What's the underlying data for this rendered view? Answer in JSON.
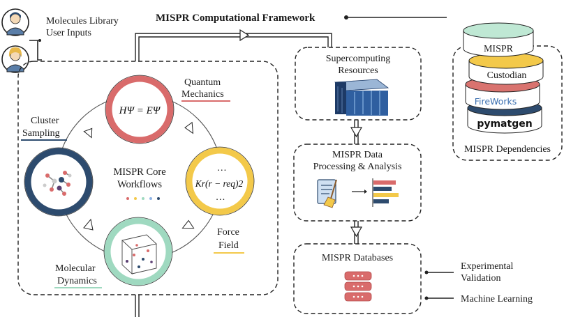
{
  "header": {
    "title": "MISPR Computational Framework"
  },
  "user_inputs": {
    "line1": "Molecules Library",
    "line2": "User Inputs"
  },
  "core": {
    "label_line1": "MISPR Core",
    "label_line2": "Workflows",
    "quantum_line1": "Quantum",
    "quantum_line2": "Mechanics",
    "quantum_equation": "HΨ = EΨ",
    "cluster_line1": "Cluster",
    "cluster_line2": "Sampling",
    "forcefield_line1": "Force",
    "forcefield_line2": "Field",
    "forcefield_dots_top": "…",
    "forcefield_equation": "Kr(r − req)2",
    "forcefield_dots_bottom": "…",
    "md_line1": "Molecular",
    "md_line2": "Dynamics"
  },
  "pipeline": {
    "supercomputing_line1": "Supercomputing",
    "supercomputing_line2": "Resources",
    "processing_line1": "MISPR Data",
    "processing_line2": "Processing & Analysis",
    "databases": "MISPR Databases"
  },
  "outputs": {
    "experimental_line1": "Experimental",
    "experimental_line2": "Validation",
    "machine_learning": "Machine Learning"
  },
  "dependencies": {
    "caption": "MISPR Dependencies",
    "layers": [
      "MISPR",
      "Custodian",
      "FireWorks",
      "pymatgen"
    ]
  },
  "colors": {
    "quantum": "#d96b6b",
    "forcefield": "#f3c94a",
    "dynamics": "#9fd9c0",
    "cluster": "#2d4b6e",
    "mispr_disk": "#bfe8d4",
    "custodian_disk": "#d9736f",
    "fireworks_disk": "#2e3f63",
    "pymatgen_disk": "#2d4b6e"
  }
}
